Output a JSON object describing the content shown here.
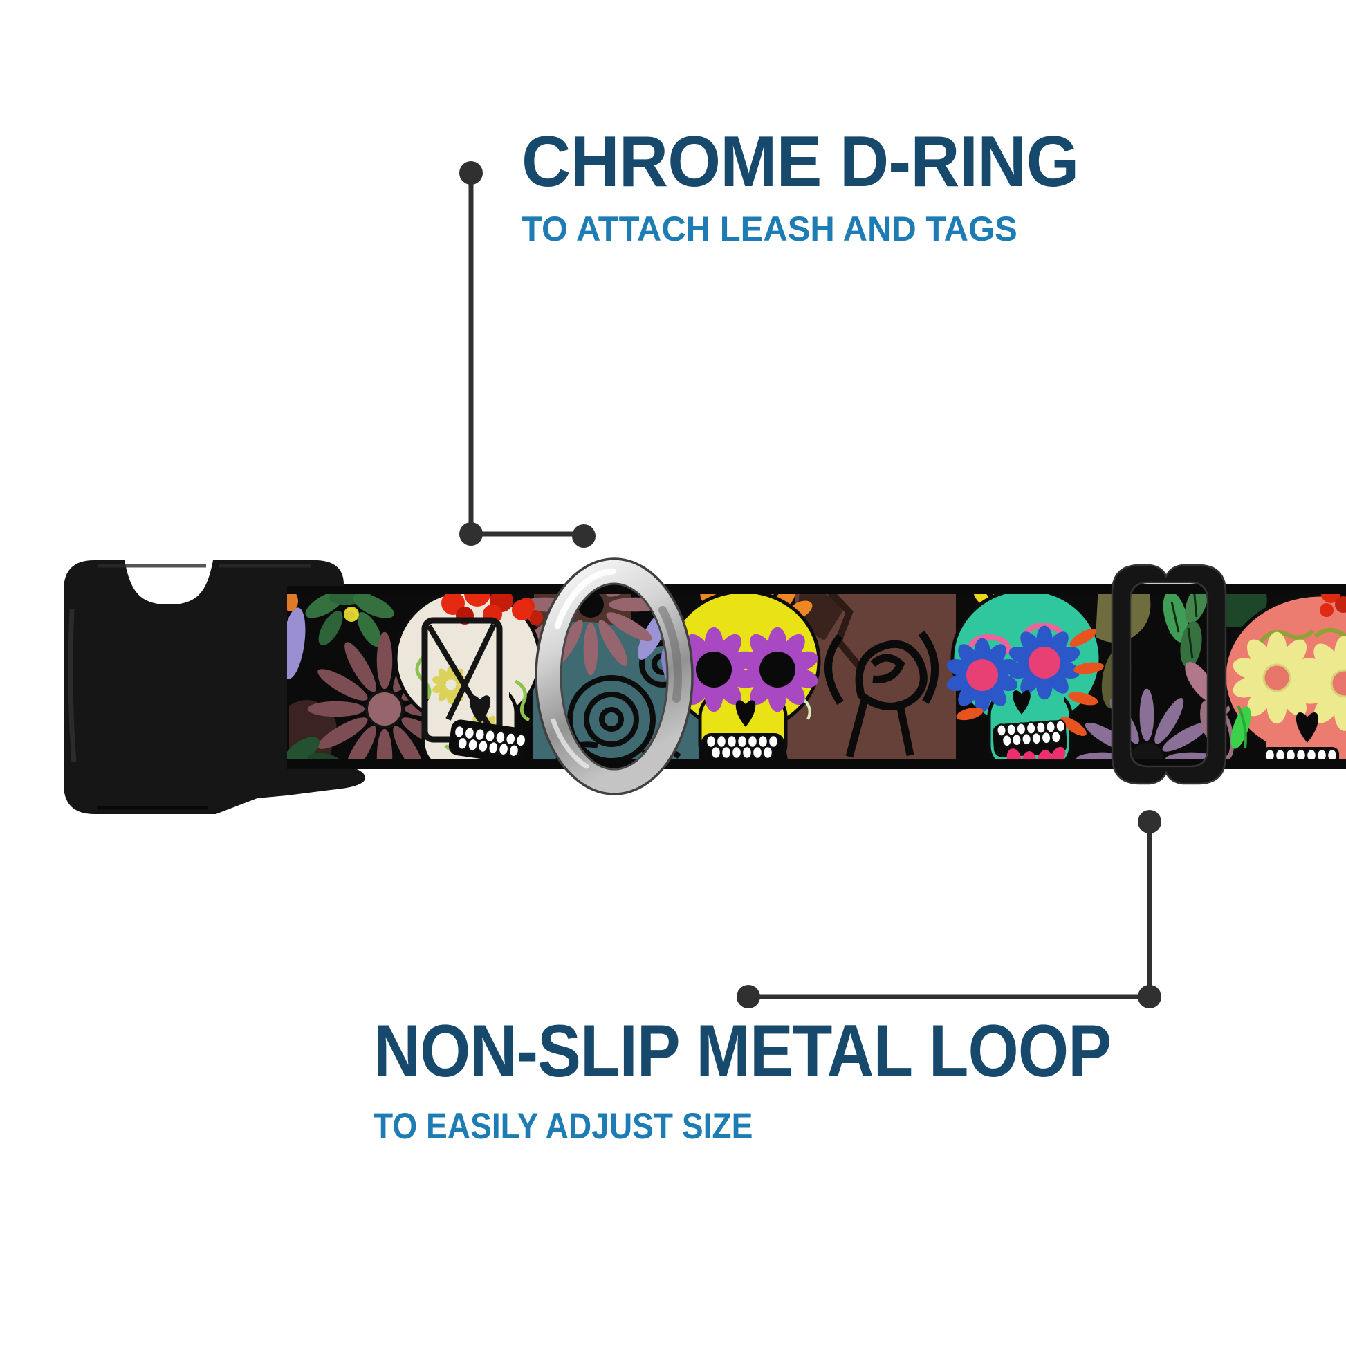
{
  "page": {
    "background_color": "#FFFFFF"
  },
  "callouts": [
    {
      "id": "chrome-d-ring",
      "title": "CHROME D-RING",
      "subtitle": "TO ATTACH LEASH AND TAGS",
      "points_to": "d-ring"
    },
    {
      "id": "non-slip-metal-loop",
      "title": "NON-SLIP METAL LOOP",
      "subtitle": "TO EASILY ADJUST SIZE",
      "points_to": "adjustment-slider"
    }
  ],
  "colors": {
    "title_text": "#17496D",
    "subtitle_text": "#1E7CB4",
    "callout_line": "#303030",
    "hardware_black": "#161616",
    "chrome_light": "#FAFAFA",
    "chrome_mid": "#939393",
    "webbing_background": "#0B0B0B",
    "skull_white": "#ECE7DA",
    "skull_yellow": "#E9E215",
    "skull_teal": "#31C79E",
    "skull_coral": "#EC7B70"
  },
  "product": {
    "parts": [
      {
        "name": "side-release-buckle",
        "appearance": "black plastic buckle"
      },
      {
        "name": "d-ring",
        "appearance": "chrome metal D-ring"
      },
      {
        "name": "adjustment-slider",
        "appearance": "black non-slip metal loop"
      },
      {
        "name": "webbing",
        "appearance": "day-of-the-dead sugar skull and flower print"
      }
    ],
    "pattern_skulls": [
      "white",
      "yellow",
      "teal",
      "coral"
    ]
  }
}
